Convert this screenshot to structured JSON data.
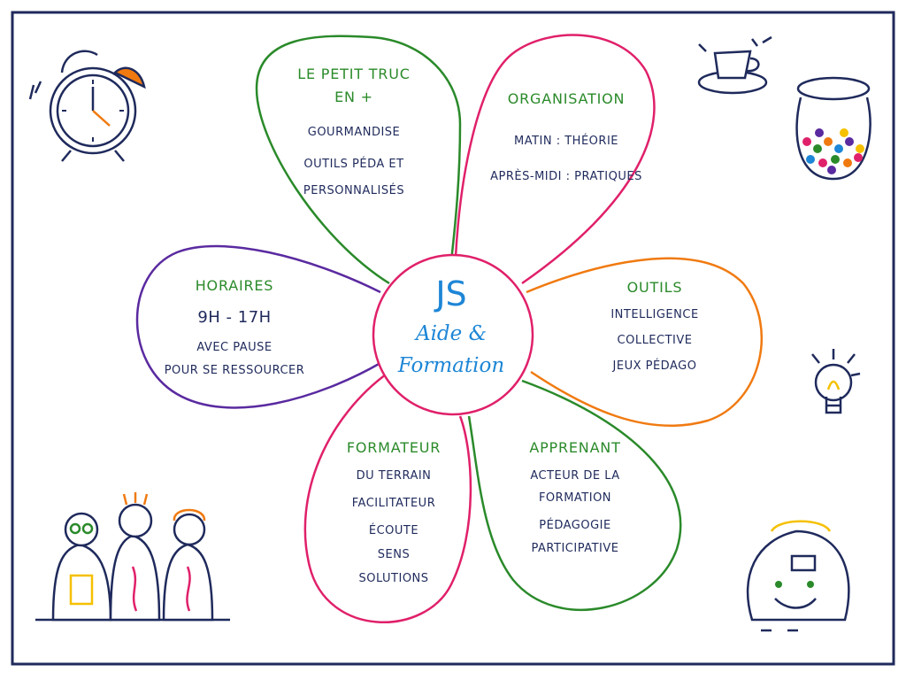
{
  "center": {
    "title": "JS",
    "subtitle_line1": "Aide &",
    "subtitle_line2": "Formation"
  },
  "petals": {
    "petit_truc": {
      "title_line1": "LE PETIT TRUC",
      "title_line2": "EN +",
      "lines": [
        "GOURMANDISE",
        "OUTILS PÉDA ET",
        "PERSONNALISÉS"
      ]
    },
    "organisation": {
      "title": "ORGANISATION",
      "lines": [
        "MATIN : THÉORIE",
        "APRÈS-MIDI : PRATIQUES"
      ]
    },
    "horaires": {
      "title": "HORAIRES",
      "hours": "9H - 17H",
      "lines": [
        "AVEC PAUSE",
        "POUR SE RESSOURCER"
      ]
    },
    "outils": {
      "title": "OUTILS",
      "lines": [
        "INTELLIGENCE",
        "COLLECTIVE",
        "JEUX PÉDAGO"
      ]
    },
    "formateur": {
      "title": "FORMATEUR",
      "lines": [
        "DU TERRAIN",
        "FACILITATEUR",
        "ÉCOUTE",
        "SENS",
        "SOLUTIONS"
      ]
    },
    "apprenant": {
      "title": "APPRENANT",
      "lines": [
        "ACTEUR DE LA",
        "FORMATION",
        "PÉDAGOGIE",
        "PARTICIPATIVE"
      ]
    }
  },
  "colors": {
    "frame": "#1f2a5c",
    "green": "#2a8a2a",
    "pink": "#e0206a",
    "purple": "#5a2aa0",
    "orange": "#f07a10",
    "blue_text": "#1d86d6",
    "navy_text": "#1f2a5c"
  },
  "icons": [
    "alarm-clock-icon",
    "coffee-cup-icon",
    "candy-jar-icon",
    "light-bulb-icon",
    "three-people-icon",
    "smiling-bag-icon"
  ]
}
